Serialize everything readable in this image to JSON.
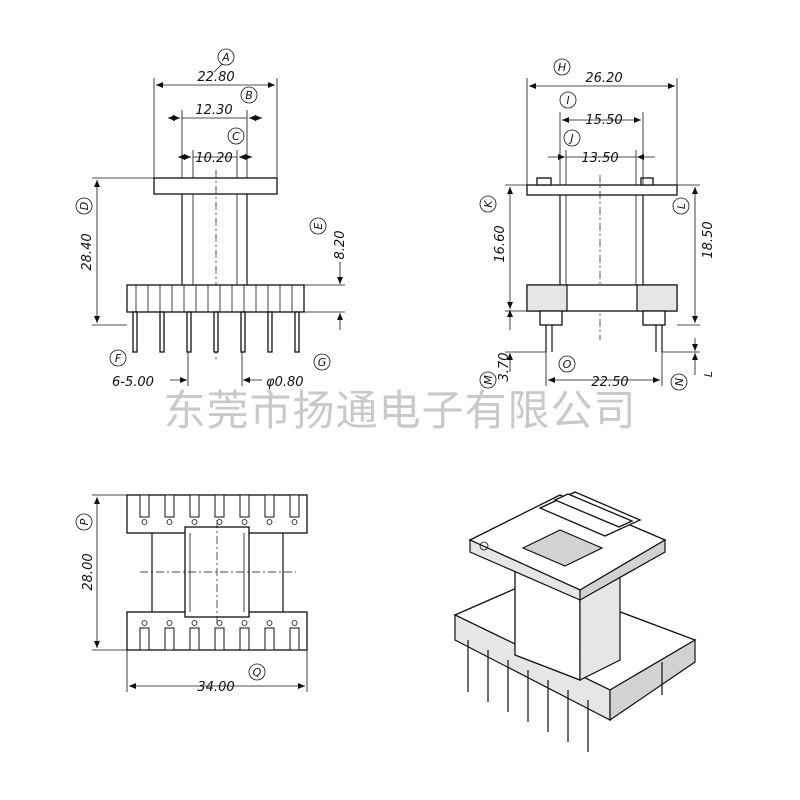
{
  "watermark": "东莞市扬通电子有限公司",
  "front_view": {
    "dims": {
      "A": "22.80",
      "B": "12.30",
      "C": "10.20",
      "D": "28.40",
      "E": "8.20",
      "F": "6-5.00",
      "G": "φ0.80"
    },
    "letters": {
      "A": "A",
      "B": "B",
      "C": "C",
      "D": "D",
      "E": "E",
      "F": "F",
      "G": "G"
    }
  },
  "side_view": {
    "dims": {
      "H": "26.20",
      "I": "15.50",
      "J": "13.50",
      "K": "16.60",
      "L": "18.50",
      "M": "3.70",
      "O": "22.50"
    },
    "letters": {
      "H": "H",
      "I": "I",
      "J": "J",
      "K": "K",
      "L": "L",
      "M": "M",
      "N": "N",
      "O": "O",
      "L2": "L"
    }
  },
  "bottom_view": {
    "dims": {
      "P": "28.00",
      "Q": "34.00"
    },
    "letters": {
      "P": "P",
      "Q": "Q"
    }
  }
}
